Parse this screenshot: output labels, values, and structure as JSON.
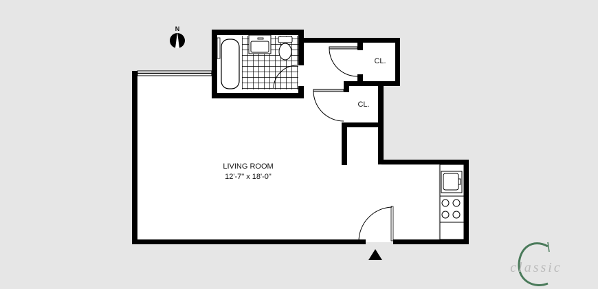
{
  "floorplan": {
    "rooms": [
      {
        "name": "LIVING ROOM",
        "dimensions": "12'-7\" x 18'-0\""
      },
      {
        "name": "CL.",
        "type": "closet-upper"
      },
      {
        "name": "CL.",
        "type": "closet-lower"
      }
    ],
    "compass": {
      "label": "N"
    },
    "entry_marker": "entry-triangle",
    "logo": {
      "text": "classic",
      "initial": "C",
      "color_initial": "#4a7a5a",
      "color_text": "#bbbbbb"
    },
    "colors": {
      "background": "#e6e6e6",
      "wall": "#000000",
      "floor": "#ffffff"
    }
  }
}
